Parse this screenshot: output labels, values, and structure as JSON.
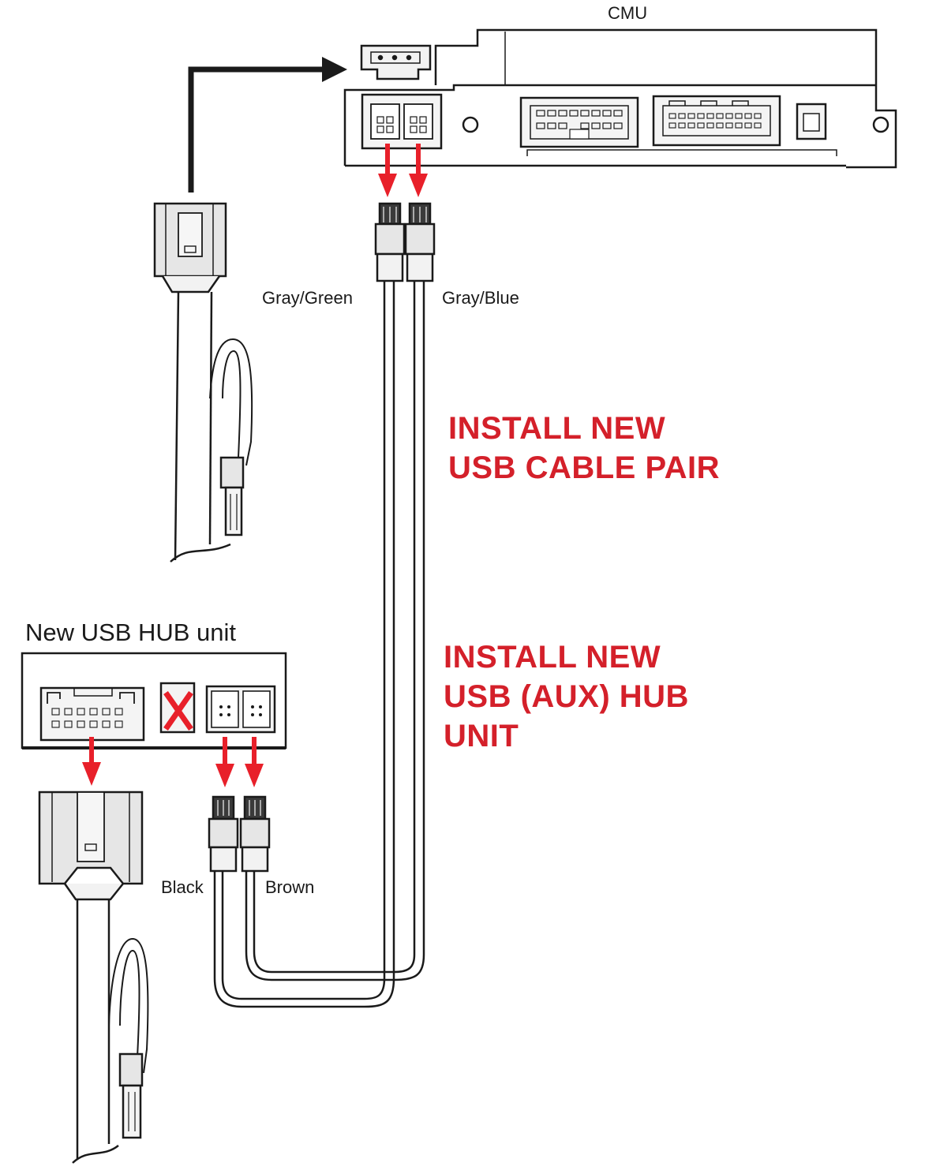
{
  "diagram": {
    "cmu_label": "CMU",
    "hub_title": "New USB HUB unit",
    "wire_labels": {
      "gray_green": "Gray/Green",
      "gray_blue": "Gray/Blue",
      "black": "Black",
      "brown": "Brown"
    },
    "instructions": [
      {
        "lines": [
          "INSTALL NEW",
          "USB CABLE PAIR"
        ]
      },
      {
        "lines": [
          "INSTALL NEW",
          "USB (AUX) HUB",
          "UNIT"
        ]
      }
    ],
    "colors": {
      "line": "#1a1a1a",
      "arrow_red": "#e8202a",
      "instruction_red": "#d4202a",
      "connector_fill": "#e6e6e6",
      "background": "#ffffff"
    },
    "icons": [
      "unplug-arrow-icon",
      "move-arrow-icon",
      "disabled-port-x-icon"
    ]
  }
}
